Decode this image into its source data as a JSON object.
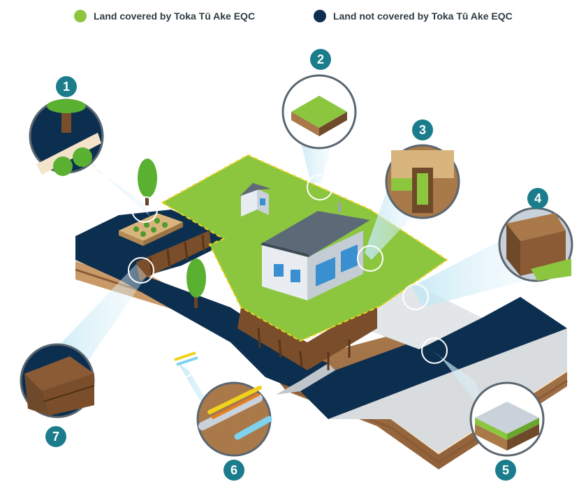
{
  "legend": {
    "covered": {
      "label": "Land covered by Toka Tū Ake EQC",
      "color": "#8cc63f"
    },
    "not_covered": {
      "label": "Land not covered by Toka Tū Ake EQC",
      "color": "#0d2f4f"
    }
  },
  "callouts": [
    {
      "number": "1",
      "icon": "garden-retaining-wall-icon"
    },
    {
      "number": "2",
      "icon": "land-block-icon"
    },
    {
      "number": "3",
      "icon": "house-foundation-icon"
    },
    {
      "number": "4",
      "icon": "retaining-wall-corner-icon"
    },
    {
      "number": "5",
      "icon": "driveway-layers-icon"
    },
    {
      "number": "6",
      "icon": "services-pipes-icon"
    },
    {
      "number": "7",
      "icon": "retaining-wall-block-icon"
    }
  ],
  "colors": {
    "grass": "#8cc63f",
    "navy": "#0d2f4f",
    "soil": "#a9794a",
    "soil_dark": "#6f4a2a",
    "teal_badge": "#1b7c8c",
    "road": "#d9dcdf"
  }
}
